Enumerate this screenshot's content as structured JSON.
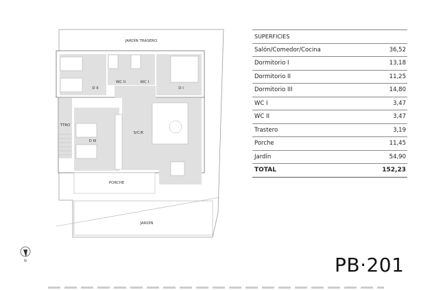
{
  "plan": {
    "labels": {
      "jardin_trasero": "JARDÍN TRASERO",
      "d2": "D II",
      "wc2": "WC II",
      "wc1": "WC I",
      "d1": "D I",
      "ttro": "TTRO",
      "d3": "D III",
      "sck": "S/C/K",
      "porche": "PORCHE",
      "jardin": "JARDÍN"
    },
    "north_label": "N",
    "room_fill": "#e0e0e0"
  },
  "table": {
    "header": "SUPERFICIES",
    "rows": [
      {
        "name": "Salón/Comedor/Cocina",
        "value": "36,52"
      },
      {
        "name": "Dormitorio I",
        "value": "13,18"
      },
      {
        "name": "Dormitorio II",
        "value": "11,25"
      },
      {
        "name": "Dormitorio III",
        "value": "14,80"
      },
      {
        "name": "WC I",
        "value": "3,47"
      },
      {
        "name": "WC II",
        "value": "3,47"
      },
      {
        "name": "Trastero",
        "value": "3,19"
      },
      {
        "name": "Porche",
        "value": "11,45"
      },
      {
        "name": "Jardín",
        "value": "54,90"
      }
    ],
    "total_label": "TOTAL",
    "total_value": "152,23"
  },
  "unit_code": "PB·201"
}
